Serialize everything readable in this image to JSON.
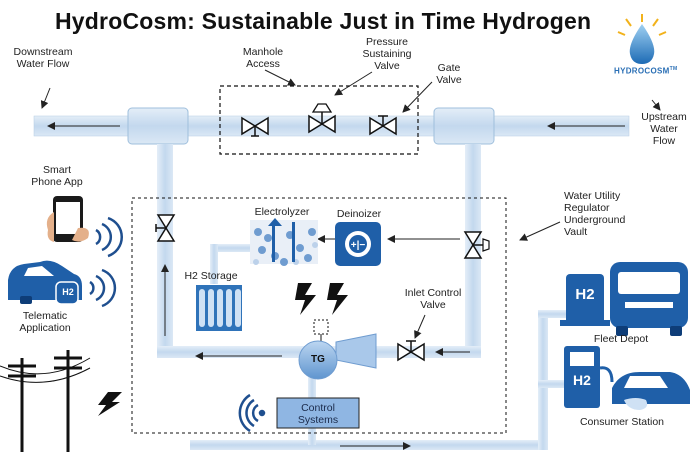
{
  "title": "HydroCosm: Sustainable Just in Time Hydrogen",
  "brand": {
    "name": "HYDROCOSM",
    "trademark": "TM"
  },
  "labels": {
    "downstream": [
      "Downstream",
      "Water Flow"
    ],
    "upstream": [
      "Upstream",
      "Water",
      "Flow"
    ],
    "manhole": [
      "Manhole",
      "Access"
    ],
    "prv": [
      "Pressure",
      "Sustaining",
      "Valve"
    ],
    "gate": [
      "Gate",
      "Valve"
    ],
    "smartphone": [
      "Smart",
      "Phone App"
    ],
    "telematic": [
      "Telematic",
      "Application"
    ],
    "vault": [
      "Water Utility",
      "Regulator",
      "Underground",
      "Vault"
    ],
    "electrolyzer": "Electrolyzer",
    "deionizer": "Deinoizer",
    "h2storage": "H2 Storage",
    "inlet": [
      "Inlet Control",
      "Valve"
    ],
    "tg": "TG",
    "control": [
      "Control",
      "Systems"
    ],
    "fleet": "Fleet Depot",
    "consumer": "Consumer Station",
    "h2": "H2",
    "h2_car": "H2",
    "h2_bus": "H2",
    "h2_station": "H2"
  },
  "colors": {
    "pipe": "#c9dcef",
    "pipe_edge": "#9fbfdc",
    "blue": "#1f5fa8",
    "dark_blue": "#0e3d78",
    "control_box": "#8fb6e3"
  },
  "icons": [
    "sun-rays-icon",
    "water-drop-icon",
    "smartphone-icon",
    "car-icon",
    "bus-icon",
    "fuel-pump-icon",
    "lightning-icon",
    "power-pole-icon",
    "wireless-signal-icon",
    "valve-icon"
  ]
}
